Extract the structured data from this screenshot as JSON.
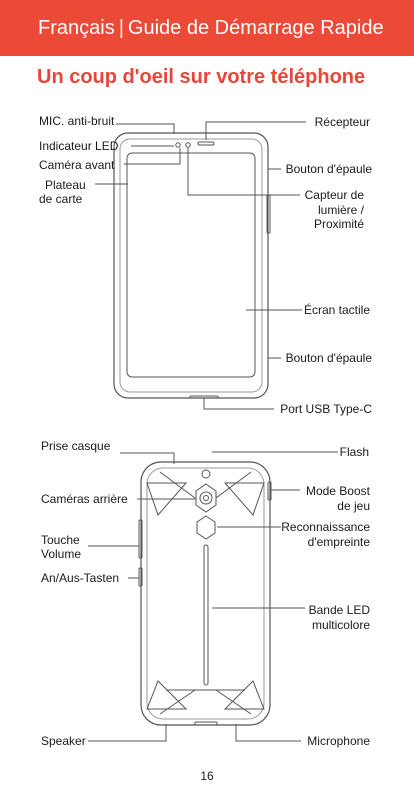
{
  "header": {
    "language": "Français",
    "separator": "|",
    "guide": "Guide de Démarrage Rapide"
  },
  "title": "Un coup d'oeil sur votre téléphone",
  "front_labels": {
    "mic": "MIC. anti-bruit",
    "led": "Indicateur LED",
    "front_camera": "Caméra avant",
    "tray_1": "Plateau",
    "tray_2": "de carte",
    "receiver": "Récepteur",
    "shoulder_top": "Bouton d'épaule",
    "sensor_1": "Capteur de",
    "sensor_2": "lumière /",
    "sensor_3": "Proximité",
    "touchscreen": "Écran tactile",
    "shoulder_bottom": "Bouton d'épaule",
    "usb": "Port USB Type-C"
  },
  "back_labels": {
    "headset": "Prise casque",
    "rear_cameras": "Caméras arrière",
    "volume_1": "Touche",
    "volume_2": "Volume",
    "power": "An/Aus-Tasten",
    "speaker": "Speaker",
    "flash": "Flash",
    "boost_1": "Mode Boost",
    "boost_2": "de jeu",
    "fingerprint_1": "Reconnaissance",
    "fingerprint_2": "d'empreinte",
    "led_strip_1": "Bande LED",
    "led_strip_2": "multicolore",
    "microphone": "Microphone"
  },
  "page_number": "16",
  "colors": {
    "header_bg": "#ec4a36",
    "title": "#e8463a",
    "line": "#555555"
  }
}
